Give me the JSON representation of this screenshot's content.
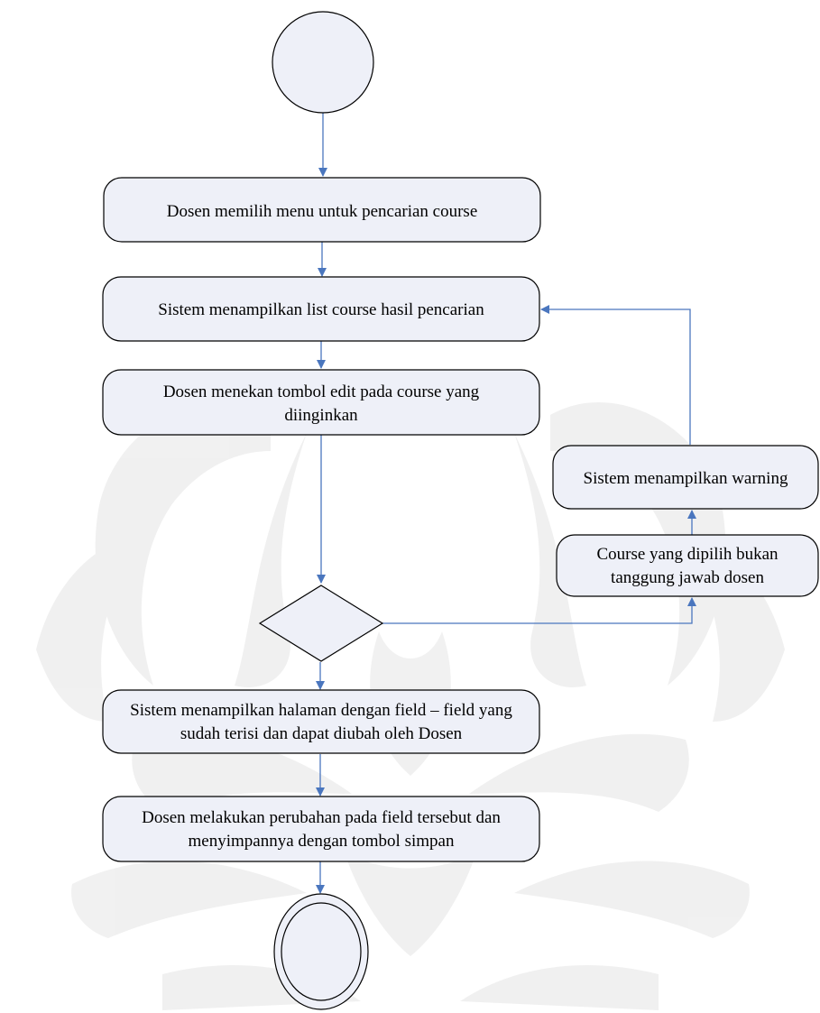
{
  "colors": {
    "node_fill": "#eef0f8",
    "node_stroke": "#000000",
    "arrow": "#4a76be",
    "watermark": "#ececec"
  },
  "nodes": {
    "select_menu": {
      "lines": [
        "Dosen  memilih menu untuk pencarian course"
      ]
    },
    "show_list": {
      "lines": [
        "Sistem menampilkan list course hasil pencarian"
      ]
    },
    "press_edit": {
      "lines": [
        "Dosen menekan tombol edit pada course yang",
        "diinginkan"
      ]
    },
    "show_warning": {
      "lines": [
        "Sistem menampilkan warning"
      ]
    },
    "not_responsible": {
      "lines": [
        "Course yang dipilih bukan",
        "tanggung jawab dosen"
      ]
    },
    "show_form": {
      "lines": [
        "Sistem menampilkan halaman dengan field – field yang",
        "sudah terisi dan dapat diubah oleh Dosen"
      ]
    },
    "save_changes": {
      "lines": [
        "Dosen melakukan perubahan pada field tersebut dan",
        "menyimpannya dengan tombol simpan"
      ]
    }
  }
}
